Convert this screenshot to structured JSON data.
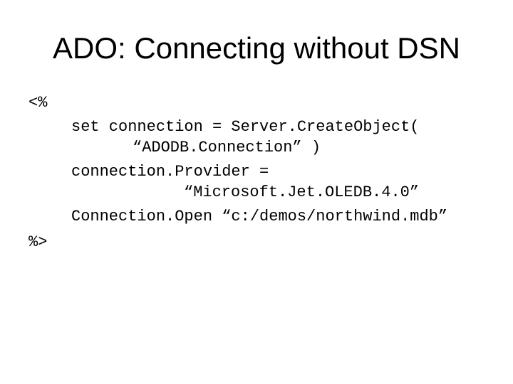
{
  "slide": {
    "title": "ADO: Connecting without DSN",
    "code": {
      "open_tag": "<%",
      "lines": [
        "set connection = Server.CreateObject(",
        "“ADODB.Connection” )",
        "connection.Provider =",
        "“Microsoft.Jet.OLEDB.4.0”",
        "Connection.Open “c:/demos/northwind.mdb”"
      ],
      "close_tag": "%>"
    }
  }
}
